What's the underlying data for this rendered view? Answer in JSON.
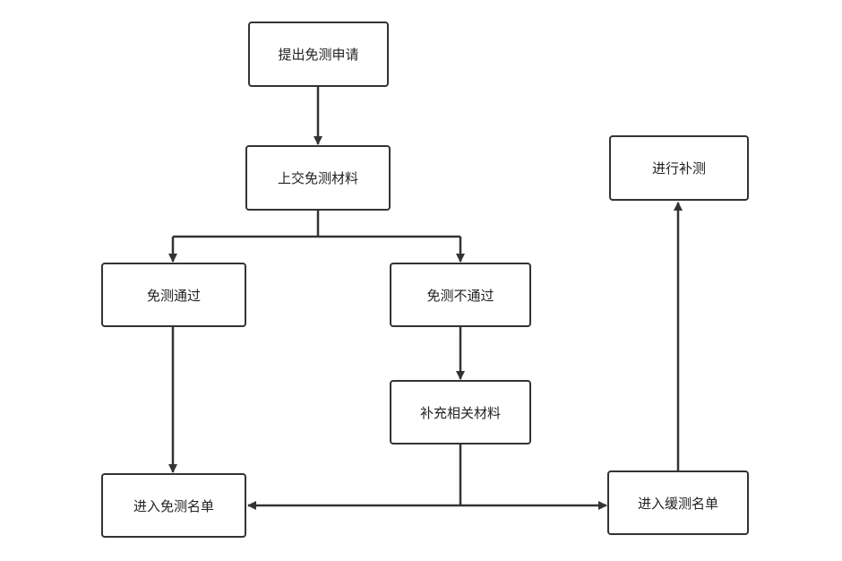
{
  "diagram": {
    "nodes": {
      "submit": "提出免测申请",
      "upload": "上交免测材料",
      "pass": "免测通过",
      "fail": "免测不通过",
      "supplement": "补充相关材料",
      "exempt_list": "进入免测名单",
      "defer_list": "进入缓测名单",
      "retest": "进行补测"
    },
    "edges": [
      {
        "from": "submit",
        "to": "upload"
      },
      {
        "from": "upload",
        "to": "pass"
      },
      {
        "from": "upload",
        "to": "fail"
      },
      {
        "from": "pass",
        "to": "exempt_list"
      },
      {
        "from": "fail",
        "to": "supplement"
      },
      {
        "from": "supplement",
        "to": "exempt_list"
      },
      {
        "from": "supplement",
        "to": "defer_list"
      },
      {
        "from": "defer_list",
        "to": "retest"
      }
    ],
    "colors": {
      "stroke": "#333333",
      "fill": "#ffffff",
      "text": "#222222"
    }
  }
}
